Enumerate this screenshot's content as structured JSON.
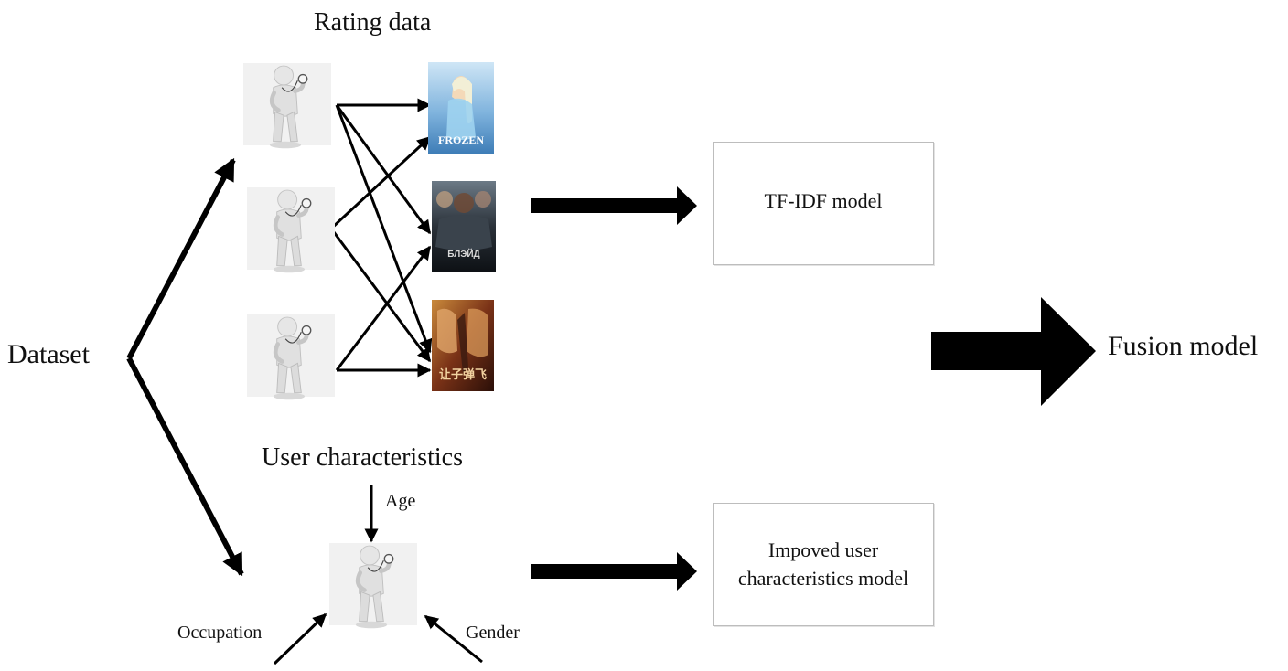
{
  "titles": {
    "rating_data": "Rating data",
    "dataset": "Dataset",
    "user_characteristics": "User characteristics",
    "fusion_model": "Fusion model"
  },
  "boxes": {
    "tfidf": "TF-IDF model",
    "improved_line1": "Impoved user",
    "improved_line2": "characteristics model"
  },
  "features": {
    "age": "Age",
    "occupation": "Occupation",
    "gender": "Gender"
  },
  "posters": [
    {
      "text": "FROZEN",
      "colors": [
        "#cfe6f6",
        "#7fb3dd",
        "#3d7cb6"
      ]
    },
    {
      "text": "БЛЭЙД",
      "colors": [
        "#6c7a86",
        "#2a3139",
        "#0d1014"
      ]
    },
    {
      "text": "让子弹飞",
      "colors": [
        "#c9893b",
        "#7a3217",
        "#2a0f08"
      ]
    }
  ]
}
